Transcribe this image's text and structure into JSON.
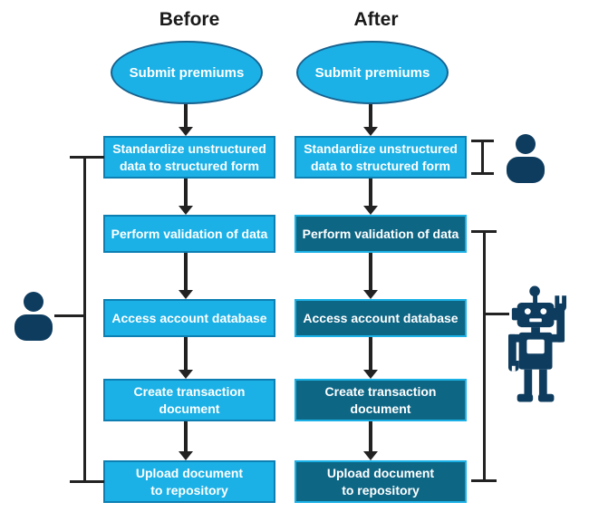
{
  "diagram": {
    "type": "flowchart-comparison",
    "columns": [
      {
        "id": "before",
        "title": "Before",
        "start": {
          "shape": "oval",
          "label": "Submit premiums"
        },
        "steps": [
          {
            "label": "Standardize unstructured\ndata to structured form",
            "style": "light"
          },
          {
            "label": "Perform validation of data",
            "style": "light"
          },
          {
            "label": "Access account database",
            "style": "light"
          },
          {
            "label": "Create transaction\ndocument",
            "style": "light"
          },
          {
            "label": "Upload document\nto repository",
            "style": "light"
          }
        ]
      },
      {
        "id": "after",
        "title": "After",
        "start": {
          "shape": "oval",
          "label": "Submit premiums"
        },
        "steps": [
          {
            "label": "Standardize unstructured\ndata to structured form",
            "style": "light"
          },
          {
            "label": "Perform validation of data",
            "style": "dark"
          },
          {
            "label": "Access account database",
            "style": "dark"
          },
          {
            "label": "Create transaction\ndocument",
            "style": "dark"
          },
          {
            "label": "Upload document\nto repository",
            "style": "dark"
          }
        ]
      }
    ],
    "annotations": [
      {
        "icon": "person-icon",
        "position": "left-of-before-column",
        "bracket": "spans steps 1-5"
      },
      {
        "icon": "person-icon",
        "position": "right-of-after-step-1",
        "bracket": "spans step 1"
      },
      {
        "icon": "robot-icon",
        "position": "right-of-after-column",
        "bracket": "spans steps 2-5"
      }
    ],
    "colors": {
      "light_box_fill": "#1BB1E6",
      "light_box_border": "#0D7FB2",
      "dark_box_fill": "#0E6685",
      "dark_box_border": "#1BB1E6",
      "oval_fill": "#1BB1E6",
      "oval_border": "#17628F",
      "icon_navy": "#0E3C5F",
      "line_black": "#222222",
      "box_text": "#FFFFFF",
      "title_text": "#1A1A1A"
    }
  }
}
